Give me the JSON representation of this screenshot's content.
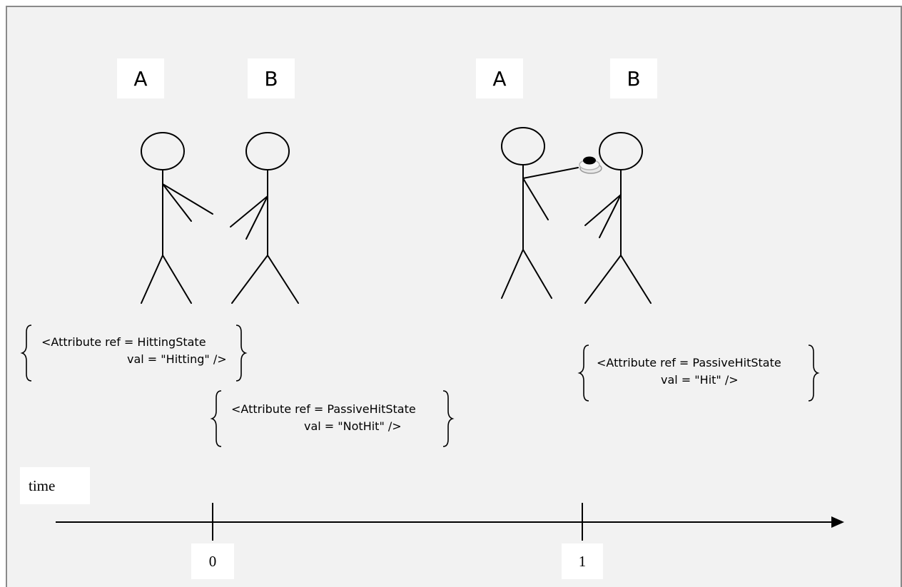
{
  "actors": {
    "t0_a": "A",
    "t0_b": "B",
    "t1_a": "A",
    "t1_b": "B"
  },
  "attributes": {
    "hitting": {
      "line1": "<Attribute ref = HittingState",
      "line2": "val = \"Hitting\" />"
    },
    "not_hit": {
      "line1": "<Attribute ref = PassiveHitState",
      "line2": "val = \"NotHit\" />"
    },
    "hit": {
      "line1": "<Attribute ref = PassiveHitState",
      "line2": "val = \"Hit\" />"
    }
  },
  "timeline": {
    "label": "time",
    "ticks": [
      "0",
      "1"
    ]
  }
}
